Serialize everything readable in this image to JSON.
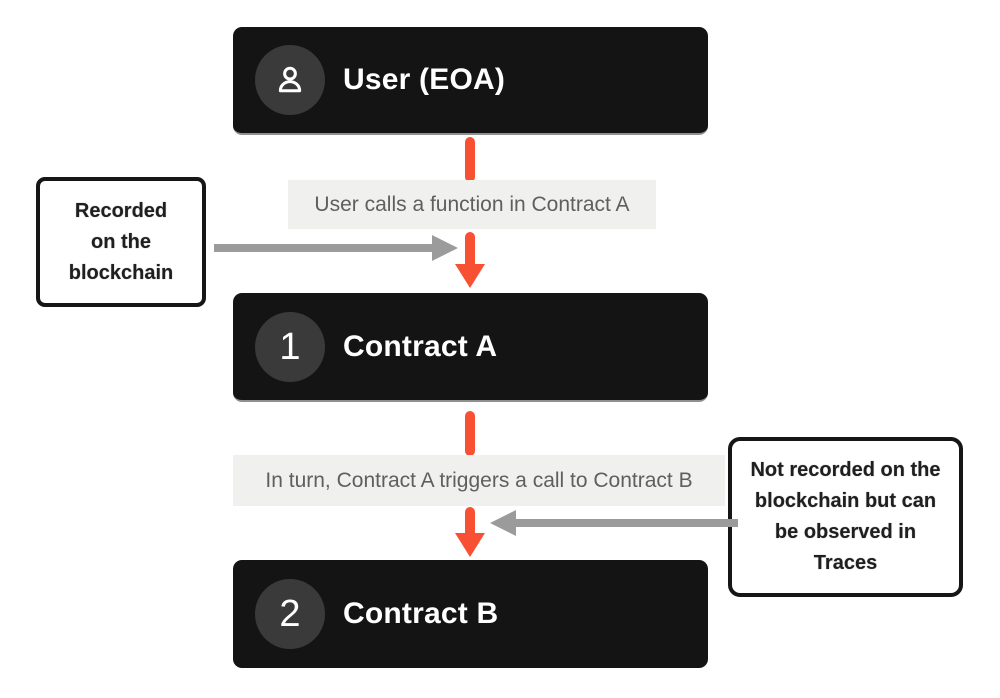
{
  "diagram": {
    "nodes": {
      "user": {
        "title": "User (EOA)",
        "icon": "user-icon"
      },
      "contract_a": {
        "badge": "1",
        "title": "Contract A"
      },
      "contract_b": {
        "badge": "2",
        "title": "Contract B"
      }
    },
    "edge_labels": {
      "user_to_a": "User calls a function in Contract A",
      "a_to_b": "In turn, Contract A triggers a call to Contract B"
    },
    "callouts": {
      "left": {
        "text": "Recorded on the blockchain",
        "lines": [
          "Recorded",
          "on the",
          "blockchain"
        ]
      },
      "right": {
        "text": "Not recorded on the blockchain but can be observed in Traces",
        "lines": [
          "Not recorded on the",
          "blockchain but can",
          "be observed in",
          "Traces"
        ]
      }
    },
    "colors": {
      "node_background": "#141414",
      "badge_background": "#3a3a3a",
      "node_bottom_line": "#8f8f8f",
      "arrow_orange": "#f85032",
      "arrow_gray": "#9b9b9b",
      "edge_label_background": "#f0f0ef",
      "edge_label_text": "#5f5f5f",
      "callout_border": "#161616",
      "callout_text": "#1f1f1f"
    }
  }
}
